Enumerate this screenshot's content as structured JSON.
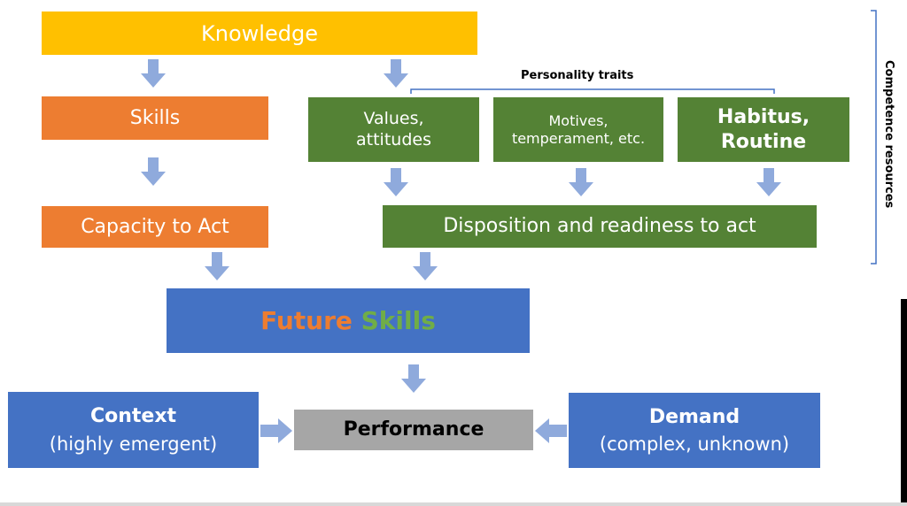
{
  "diagram": {
    "knowledge": "Knowledge",
    "skills": "Skills",
    "capacity": "Capacity to Act",
    "personality_traits": "Personality traits",
    "values": [
      "Values,",
      "attitudes"
    ],
    "motives": [
      "Motives,",
      "temperament, etc."
    ],
    "habitus": [
      "Habitus,",
      "Routine"
    ],
    "disposition": "Disposition and readiness to act",
    "future_skills": {
      "part1": "Future",
      "part2": "Skills"
    },
    "performance": "Performance",
    "context": {
      "title": "Context",
      "subtitle": "(highly emergent)"
    },
    "demand": {
      "title": "Demand",
      "subtitle": "(complex, unknown)"
    },
    "competence_resources": "Competence resources"
  },
  "colors": {
    "knowledge": "#ffc000",
    "skills_orange": "#ed7d31",
    "traits_green": "#548235",
    "future_blue": "#4472c4",
    "performance_gray": "#a6a6a6",
    "arrow": "#8faadc",
    "bracket": "#4472c4",
    "future_orange": "#ed7d31",
    "future_green": "#70ad47"
  }
}
